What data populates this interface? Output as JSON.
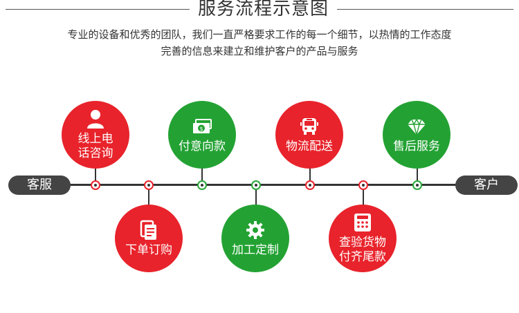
{
  "header": {
    "title": "服务流程示意图",
    "subtitle_line1": "专业的设备和优秀的团队，我们一直严格要求工作的每一个细节，以热情的工作态度",
    "subtitle_line2": "完善的信息来建立和维护客户的产品与服务"
  },
  "timeline": {
    "start_label": "客服",
    "end_label": "客户"
  },
  "steps": [
    {
      "label": "线上电\n话咨询",
      "icon": "person-icon",
      "color": "#e8232b"
    },
    {
      "label": "下单订购",
      "icon": "document-icon",
      "color": "#e8232b"
    },
    {
      "label": "付意向款",
      "icon": "money-icon",
      "color": "#23a233"
    },
    {
      "label": "加工定制",
      "icon": "gear-icon",
      "color": "#23a233"
    },
    {
      "label": "物流配送",
      "icon": "bus-icon",
      "color": "#e8232b"
    },
    {
      "label": "查验货物\n付齐尾款",
      "icon": "calculator-icon",
      "color": "#e8232b"
    },
    {
      "label": "售后服务",
      "icon": "diamond-icon",
      "color": "#23a233"
    }
  ],
  "colors": {
    "accent_red": "#e8232b",
    "accent_green": "#23a233",
    "dark": "#333333"
  }
}
